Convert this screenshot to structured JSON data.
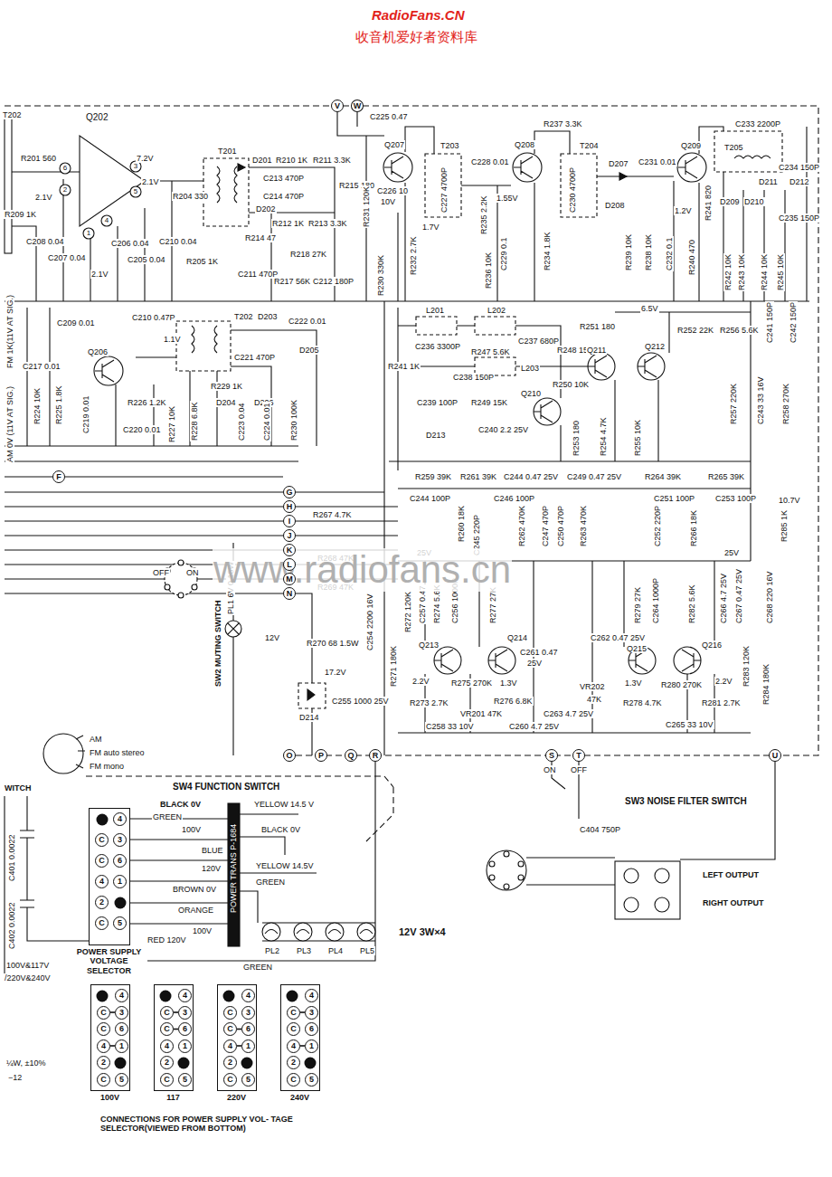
{
  "diagram": {
    "nodes": [
      {
        "text": [
          "V"
        ]
      },
      {
        "text": [
          "W"
        ]
      },
      {
        "text": [
          "F"
        ]
      },
      {
        "text": [
          "G"
        ]
      },
      {
        "text": [
          "H"
        ]
      },
      {
        "text": [
          "I"
        ]
      },
      {
        "text": [
          "J"
        ]
      },
      {
        "text": [
          "K"
        ]
      },
      {
        "text": [
          "L"
        ]
      },
      {
        "text": [
          "M"
        ]
      },
      {
        "text": [
          "N"
        ]
      },
      {
        "text": [
          "O"
        ]
      },
      {
        "text": [
          "P"
        ]
      },
      {
        "text": [
          "Q"
        ]
      },
      {
        "text": [
          "R"
        ]
      },
      {
        "text": [
          "S"
        ]
      },
      {
        "text": [
          "T"
        ]
      },
      {
        "text": [
          "U"
        ]
      },
      {
        "text": [
          "POWER SUPPLY VOLTAGE SELECTOR"
        ]
      },
      {
        "text": [
          "4"
        ],
        "in": 18
      },
      {
        "text": [
          "C"
        ],
        "in": 18
      },
      {
        "text": [
          "3"
        ],
        "in": 18
      },
      {
        "text": [
          "C"
        ],
        "in": 18
      },
      {
        "text": [
          "6"
        ],
        "in": 18
      },
      {
        "text": [
          "4"
        ],
        "in": 18
      },
      {
        "text": [
          "1"
        ],
        "in": 18
      },
      {
        "text": [
          "2"
        ],
        "in": 18
      },
      {
        "text": [
          "C"
        ],
        "in": 18
      },
      {
        "text": [
          "5"
        ],
        "in": 18
      },
      {
        "text": [
          "100V"
        ]
      },
      {
        "text": [
          "4"
        ],
        "in": 29
      },
      {
        "text": [
          "C"
        ],
        "in": 29
      },
      {
        "text": [
          "3"
        ],
        "in": 29
      },
      {
        "text": [
          "C"
        ],
        "in": 29
      },
      {
        "text": [
          "6"
        ],
        "in": 29
      },
      {
        "text": [
          "4"
        ],
        "in": 29
      },
      {
        "text": [
          "1"
        ],
        "in": 29
      },
      {
        "text": [
          "2"
        ],
        "in": 29
      },
      {
        "text": [
          "C"
        ],
        "in": 29
      },
      {
        "text": [
          "5"
        ],
        "in": 29
      },
      {
        "text": [
          "117"
        ]
      },
      {
        "text": [
          "4"
        ],
        "in": 40
      },
      {
        "text": [
          "C"
        ],
        "in": 40
      },
      {
        "text": [
          "3"
        ],
        "in": 40
      },
      {
        "text": [
          "C"
        ],
        "in": 40
      },
      {
        "text": [
          "6"
        ],
        "in": 40
      },
      {
        "text": [
          "4"
        ],
        "in": 40
      },
      {
        "text": [
          "1"
        ],
        "in": 40
      },
      {
        "text": [
          "2"
        ],
        "in": 40
      },
      {
        "text": [
          "C"
        ],
        "in": 40
      },
      {
        "text": [
          "5"
        ],
        "in": 40
      },
      {
        "text": [
          "220V"
        ]
      },
      {
        "text": [
          "4"
        ],
        "in": 51
      },
      {
        "text": [
          "C"
        ],
        "in": 51
      },
      {
        "text": [
          "3"
        ],
        "in": 51
      },
      {
        "text": [
          "C"
        ],
        "in": 51
      },
      {
        "text": [
          "6"
        ],
        "in": 51
      },
      {
        "text": [
          "4"
        ],
        "in": 51
      },
      {
        "text": [
          "1"
        ],
        "in": 51
      },
      {
        "text": [
          "2"
        ],
        "in": 51
      },
      {
        "text": [
          "C"
        ],
        "in": 51
      },
      {
        "text": [
          "5"
        ],
        "in": 51
      },
      {
        "text": [
          "240V"
        ]
      },
      {
        "text": [
          "4"
        ],
        "in": 62
      },
      {
        "text": [
          "C"
        ],
        "in": 62
      },
      {
        "text": [
          "3"
        ],
        "in": 62
      },
      {
        "text": [
          "C"
        ],
        "in": 62
      },
      {
        "text": [
          "6"
        ],
        "in": 62
      },
      {
        "text": [
          "4"
        ],
        "in": 62
      },
      {
        "text": [
          "1"
        ],
        "in": 62
      },
      {
        "text": [
          "2"
        ],
        "in": 62
      },
      {
        "text": [
          "C"
        ],
        "in": 62
      },
      {
        "text": [
          "5"
        ],
        "in": 62
      }
    ],
    "edges": [
      {
        "from": 31,
        "to": 32,
        "arrow": "none"
      },
      {
        "from": 35,
        "to": 36,
        "arrow": "none"
      },
      {
        "from": 42,
        "to": 43,
        "arrow": "none"
      },
      {
        "from": 44,
        "to": 45,
        "arrow": "none"
      },
      {
        "from": 55,
        "to": 56,
        "arrow": "none"
      },
      {
        "from": 57,
        "to": 58,
        "arrow": "none"
      },
      {
        "from": 64,
        "to": 65,
        "arrow": "none"
      },
      {
        "from": 68,
        "to": 69,
        "arrow": "none"
      }
    ],
    "labels": [
      "RadioFans.CN",
      "收音机爱好者资料库",
      "T202",
      "Q202",
      "R201 560",
      "2.1V",
      "R209 1K",
      "C208 0.04",
      "C207 0.04",
      "2.1V",
      "C206 0.04",
      "C205 0.04",
      "7.2V",
      "2.1V",
      "R204 330",
      "C210 0.04",
      "R205 1K",
      "T201",
      "D201",
      "R210 1K",
      "R211 3.3K",
      "C213 470P",
      "C214 470P",
      "D202",
      "R212 1K",
      "R214 47",
      "R213 3.3K",
      "R215 180",
      "R218 27K",
      "C211 470P",
      "R217 56K",
      "C212 180P",
      "C225 0.47",
      "Q207",
      "R231 120K",
      "C226 10",
      "10V",
      "R230 330K",
      "R232 2.7K",
      "1.7V",
      "C227 4700P",
      "T203",
      "C228 0.01",
      "R235 2.2K",
      "1.55V",
      "C229 0.1",
      "R236 10K",
      "Q208",
      "R237 3.3K",
      "C230 4700P",
      "R234 1.8K",
      "T204",
      "D207",
      "C231 0.01",
      "D208",
      "R239 10K",
      "R238 10K",
      "C232 0.1",
      "Q209",
      "C233 2200P",
      "T205",
      "R241 820",
      "1.2V",
      "R240 470",
      "D211",
      "D212",
      "D209",
      "D210",
      "C234 150P",
      "C235 150P",
      "R242 10K",
      "R243 10K",
      "R244 10K",
      "R245 10K",
      "FM 1K(11V AT SIG.)",
      "C209 0.01",
      "C210 0.47P",
      "T202",
      "D203",
      "C222 0.01",
      "C217 0.01",
      "Q206",
      "1.1V",
      "C221 470P",
      "D205",
      "R224 10K",
      "R225 1.8K",
      "C219 0.01",
      "R226 1.2K",
      "C220 0.01",
      "R227 10K",
      "R228 6.8K",
      "R229 1K",
      "D204",
      "C223 0.04",
      "D206",
      "C224 0.01",
      "R230 100K",
      "AM 0V (11V AT SIG.)",
      "R241 1K",
      "L201",
      "L202",
      "C236 3300P",
      "R247 5.6K",
      "C237 680P",
      "L203",
      "C238 150P",
      "R248 15K",
      "R251 180",
      "6.5V",
      "R252 22K",
      "R256 5.6K",
      "Q211",
      "Q212",
      "R250 10K",
      "C239 100P",
      "R249 15K",
      "Q210",
      "D213",
      "C240 2.2 25V",
      "R253 180",
      "R254 4.7K",
      "R255 10K",
      "C241 150P",
      "C242 150P",
      "R257 220K",
      "C243 33 16V",
      "R258 270K",
      "R259 39K",
      "R261 39K",
      "C244 0.47 25V",
      "C249 0.47 25V",
      "R264 39K",
      "R265 39K",
      "C244 100P",
      "R260 18K",
      "C246 100P",
      "C245 220P",
      "R262 470K",
      "C247 470P",
      "C250 470P",
      "R263 470K",
      "C251 100P",
      "C252 220P",
      "R266 18K",
      "C253 100P",
      "10.7V",
      "R285 1K",
      "R267 4.7K",
      "R268 47K",
      "R269 47K",
      "OFF",
      "ON",
      "SW2 MUTING SWITCH",
      "PL1 6V 0.18W",
      "12V",
      "R270 68 1.5W",
      "C254 2200 16V",
      "17.2V",
      "D214",
      "C255 1000 25V",
      "R271 180K",
      "R272 120K",
      "C257 0.47",
      "25V",
      "R274 5.6K",
      "C256 1000P",
      "R277 27K",
      "Q213",
      "Q214",
      "C261 0.47",
      "25V",
      "2.2V",
      "R275 270K",
      "1.3V",
      "R273 2.7K",
      "C258 33 10V",
      "VR201 47K",
      "R276 6.8K",
      "C260 4.7 25V",
      "C263 4.7 25V",
      "VR202",
      "47K",
      "C262 0.47 25V",
      "Q215",
      "Q216",
      "R279 27K",
      "C264 1000P",
      "R282 5.6K",
      "C266 4.7 25V",
      "C267 0.47 25V",
      "25V",
      "1.3V",
      "R280 270K",
      "2.2V",
      "R278 4.7K",
      "C265 33 10V",
      "R281 2.7K",
      "R283 120K",
      "R284 180K",
      "C268 220 16V",
      "AM",
      "FM auto stereo",
      "FM mono",
      "SW4 FUNCTION SWITCH",
      "WITCH",
      "C401 0.0022",
      "C402 0.0022",
      "100V&117V",
      "/220V&240V",
      "BLACK 0V",
      "GREEN",
      "100V",
      "BLUE",
      "120V",
      "BROWN 0V",
      "ORANGE",
      "100V",
      "RED 120V",
      "POWER TRANS P-1684",
      "YELLOW 14.5 V",
      "BLACK 0V",
      "YELLOW 14.5V",
      "GREEN",
      "PL2",
      "PL3",
      "PL4",
      "PL5",
      "GREEN",
      "12V 3W×4",
      "ON",
      "OFF",
      "SW3 NOISE FILTER SWITCH",
      "C404 750P",
      "LEFT OUTPUT",
      "RIGHT OUTPUT",
      "¼W, ±10%",
      "−12",
      "CONNECTIONS FOR POWER SUPPLY VOL- TAGE SELECTOR(VIEWED FROM BOTTOM)",
      "www.radiofans.cn",
      "6",
      "2",
      "3",
      "5",
      "4",
      "1"
    ]
  }
}
